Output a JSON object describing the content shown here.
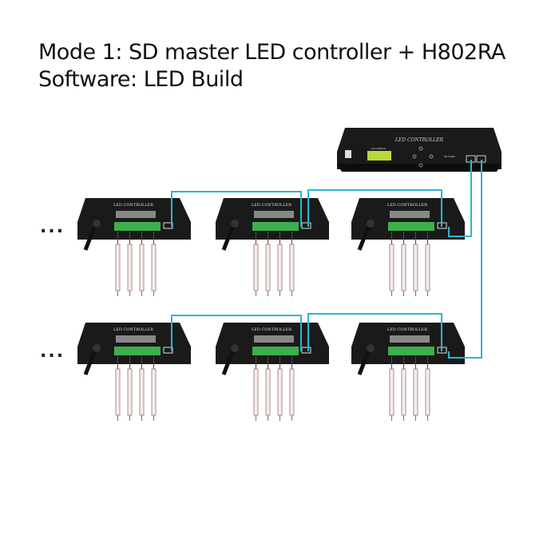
{
  "heading": {
    "line1": "Mode 1: SD master LED controller + H802RA",
    "line2": "Software: LED Build"
  },
  "device_label": "LED CONTROLLER",
  "master": {
    "display_label": "LCD DISPLAY",
    "card_label": "SD CARD"
  },
  "continuation": "...",
  "colors": {
    "cable": "#2bb5d5",
    "device_body": "#1a1a1a",
    "terminal": "#3cb04a",
    "lcd": "#b7d93a"
  },
  "rows": [
    {
      "slaves": 3
    },
    {
      "slaves": 3
    }
  ]
}
